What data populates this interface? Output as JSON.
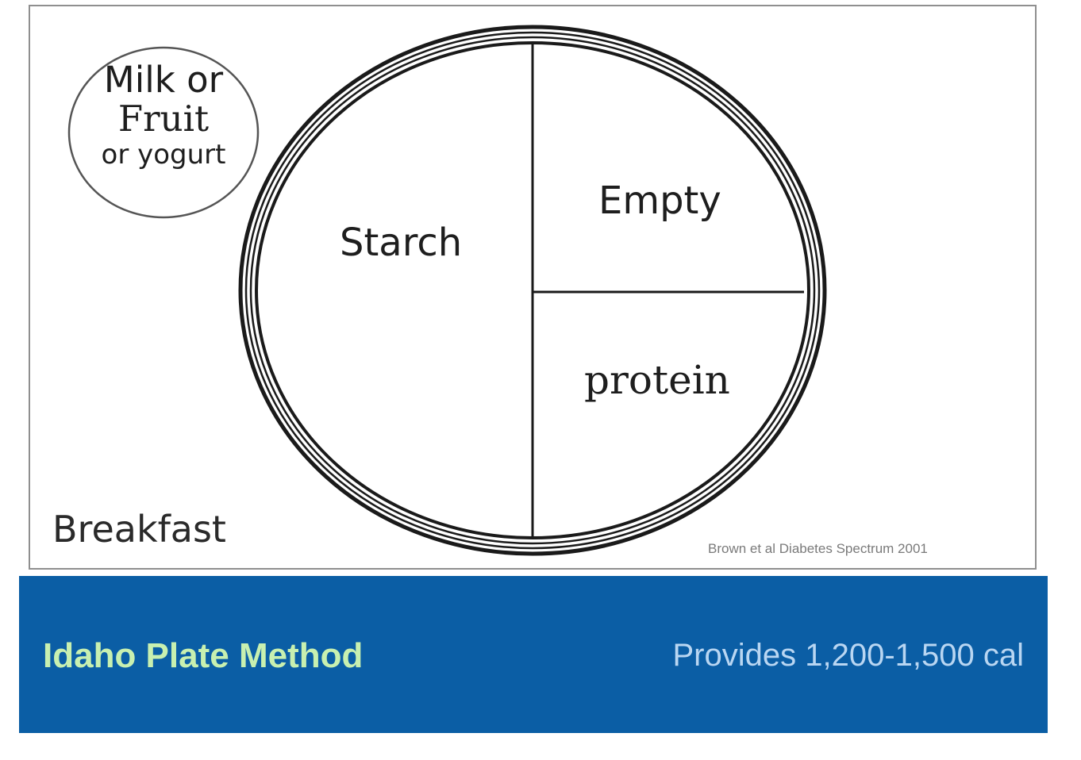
{
  "diagram": {
    "cup_label": [
      "Milk or",
      "Fruit",
      "or yogurt"
    ],
    "sections": {
      "left": "Starch",
      "top_right": "Empty",
      "bottom_right": "protein"
    },
    "meal": "Breakfast",
    "credit": "Brown et al Diabetes Spectrum 2001"
  },
  "banner": {
    "title": "Idaho Plate Method",
    "info": "Provides 1,200-1,500 cal",
    "background_color": "#0b5ea5",
    "title_color": "#c8f0b0",
    "info_color": "#b9d6f2"
  }
}
